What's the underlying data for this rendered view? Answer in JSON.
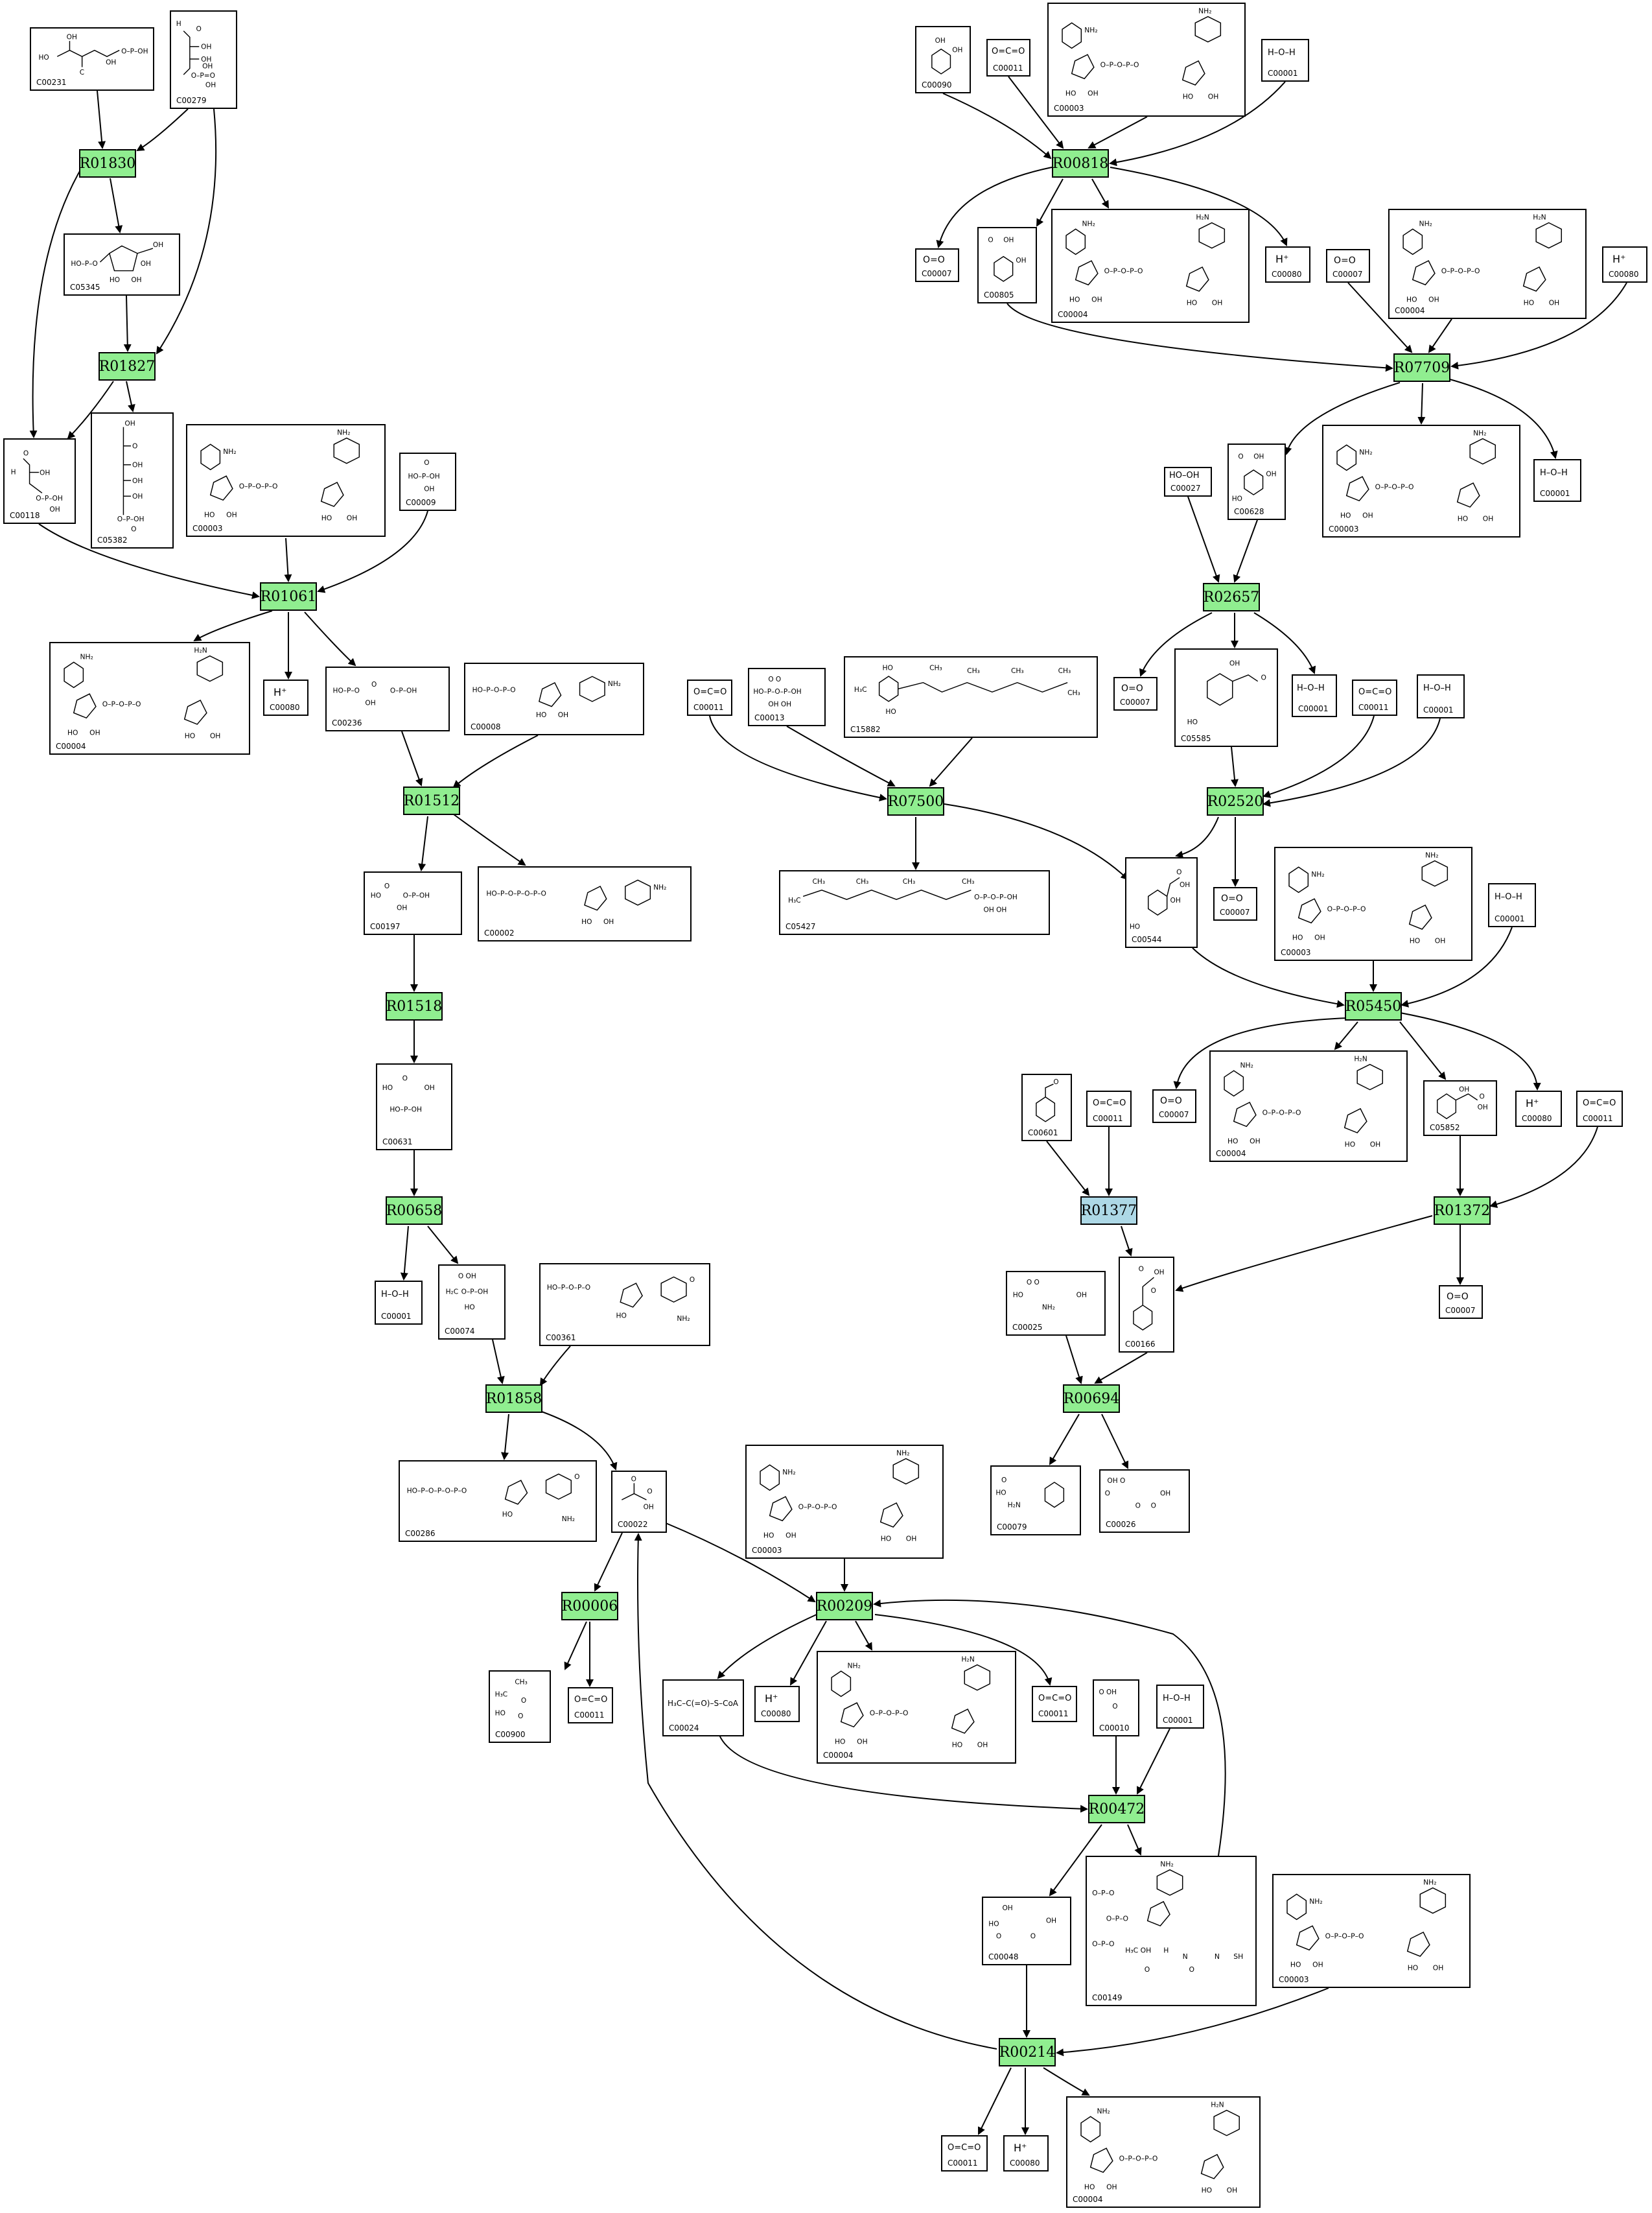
{
  "colors": {
    "reaction": "#90ee90",
    "reaction_alt": "#add8e6",
    "compound_border": "#000000",
    "edge": "#000000"
  },
  "reactions": [
    {
      "id": "R01830",
      "color": "#90ee90"
    },
    {
      "id": "R01827",
      "color": "#90ee90"
    },
    {
      "id": "R01061",
      "color": "#90ee90"
    },
    {
      "id": "R01512",
      "color": "#90ee90"
    },
    {
      "id": "R01518",
      "color": "#90ee90"
    },
    {
      "id": "R00658",
      "color": "#90ee90"
    },
    {
      "id": "R01858",
      "color": "#90ee90"
    },
    {
      "id": "R00006",
      "color": "#90ee90"
    },
    {
      "id": "R00209",
      "color": "#90ee90"
    },
    {
      "id": "R00472",
      "color": "#90ee90"
    },
    {
      "id": "R00214",
      "color": "#90ee90"
    },
    {
      "id": "R00818",
      "color": "#90ee90"
    },
    {
      "id": "R07709",
      "color": "#90ee90"
    },
    {
      "id": "R02657",
      "color": "#90ee90"
    },
    {
      "id": "R07500",
      "color": "#90ee90"
    },
    {
      "id": "R02520",
      "color": "#90ee90"
    },
    {
      "id": "R05450",
      "color": "#90ee90"
    },
    {
      "id": "R01377",
      "color": "#add8e6"
    },
    {
      "id": "R01372",
      "color": "#90ee90"
    },
    {
      "id": "R00694",
      "color": "#90ee90"
    }
  ],
  "compounds": [
    {
      "id": "C00231",
      "shape": "sugar-phosphate",
      "label": ""
    },
    {
      "id": "C00279",
      "shape": "sugar-phosphate",
      "label": ""
    },
    {
      "id": "C05345",
      "shape": "furanose-phosphate",
      "label": ""
    },
    {
      "id": "C00118",
      "shape": "sugar-phosphate",
      "label": ""
    },
    {
      "id": "C05382",
      "shape": "sugar-phosphate",
      "label": ""
    },
    {
      "id": "C00003",
      "shape": "nad",
      "label": ""
    },
    {
      "id": "C00009",
      "shape": "phosphate",
      "label": ""
    },
    {
      "id": "C00004",
      "shape": "nad",
      "label": ""
    },
    {
      "id": "C00080",
      "shape": "text",
      "label": "H⁺"
    },
    {
      "id": "C00236",
      "shape": "chain-phosphate",
      "label": ""
    },
    {
      "id": "C00008",
      "shape": "nucleotide",
      "label": ""
    },
    {
      "id": "C00197",
      "shape": "chain-phosphate",
      "label": ""
    },
    {
      "id": "C00002",
      "shape": "nucleotide",
      "label": ""
    },
    {
      "id": "C00631",
      "shape": "chain-phosphate",
      "label": ""
    },
    {
      "id": "C00001",
      "shape": "text",
      "label": "H–O–H"
    },
    {
      "id": "C00074",
      "shape": "chain-phosphate",
      "label": ""
    },
    {
      "id": "C00361",
      "shape": "nucleotide",
      "label": ""
    },
    {
      "id": "C00286",
      "shape": "nucleotide",
      "label": ""
    },
    {
      "id": "C00022",
      "shape": "small",
      "label": ""
    },
    {
      "id": "C00900",
      "shape": "small",
      "label": ""
    },
    {
      "id": "C00011",
      "shape": "text",
      "label": "O=C=O"
    },
    {
      "id": "C00024",
      "shape": "text",
      "label": "H₃C–C(=O)–S–CoA"
    },
    {
      "id": "C00010",
      "shape": "coa",
      "label": ""
    },
    {
      "id": "C00048",
      "shape": "small",
      "label": ""
    },
    {
      "id": "C00149",
      "shape": "small",
      "label": ""
    },
    {
      "id": "C00090",
      "shape": "ring",
      "label": ""
    },
    {
      "id": "C00007",
      "shape": "text",
      "label": "O=O"
    },
    {
      "id": "C00805",
      "shape": "ring",
      "label": ""
    },
    {
      "id": "C00027",
      "shape": "text",
      "label": "HO–OH"
    },
    {
      "id": "C00628",
      "shape": "ring",
      "label": ""
    },
    {
      "id": "C00013",
      "shape": "pyrophosphate",
      "label": ""
    },
    {
      "id": "C15882",
      "shape": "isoprenoid",
      "label": ""
    },
    {
      "id": "C05427",
      "shape": "isoprenoid",
      "label": ""
    },
    {
      "id": "C05585",
      "shape": "ring",
      "label": ""
    },
    {
      "id": "C00544",
      "shape": "ring",
      "label": ""
    },
    {
      "id": "C05852",
      "shape": "ring",
      "label": ""
    },
    {
      "id": "C00601",
      "shape": "ring",
      "label": ""
    },
    {
      "id": "C00025",
      "shape": "small",
      "label": ""
    },
    {
      "id": "C00166",
      "shape": "ring",
      "label": ""
    },
    {
      "id": "C00079",
      "shape": "ring",
      "label": ""
    },
    {
      "id": "C00026",
      "shape": "small",
      "label": ""
    }
  ]
}
